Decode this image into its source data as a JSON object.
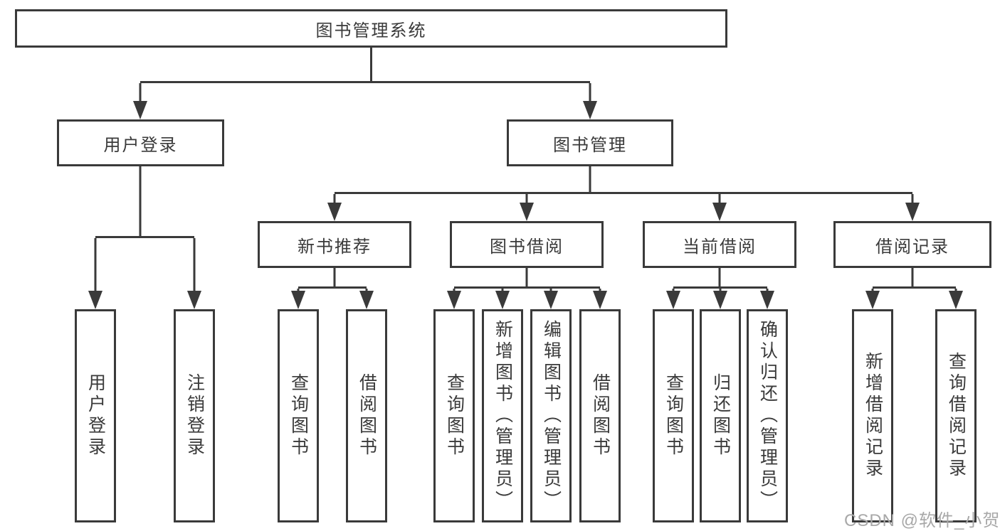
{
  "title": "图书管理系统",
  "colors": {
    "line": "#3a3a3a",
    "text": "#3a3a3a",
    "background": "#ffffff",
    "box_fill": "#ffffff",
    "watermark": "#a8a8a8"
  },
  "diagram": {
    "type": "tree",
    "root": "图书管理系统",
    "level2": [
      "用户登录",
      "图书管理"
    ],
    "level3": [
      "新书推荐",
      "图书借阅",
      "当前借阅",
      "借阅记录"
    ],
    "groups": [
      {
        "parent": "用户登录",
        "children": [
          "用户登录",
          "注销登录"
        ]
      },
      {
        "parent": "新书推荐",
        "children": [
          "查询图书",
          "借阅图书"
        ]
      },
      {
        "parent": "图书借阅",
        "children": [
          "查询图书",
          "新增图书（管理员）",
          "编辑图书（管理员）",
          "借阅图书"
        ]
      },
      {
        "parent": "当前借阅",
        "children": [
          "查询图书",
          "归还图书",
          "确认归还（管理员）"
        ]
      },
      {
        "parent": "借阅记录",
        "children": [
          "新增借阅记录",
          "查询借阅记录"
        ]
      }
    ]
  },
  "watermark": {
    "text": "CSDN @软件_小贺同学"
  }
}
